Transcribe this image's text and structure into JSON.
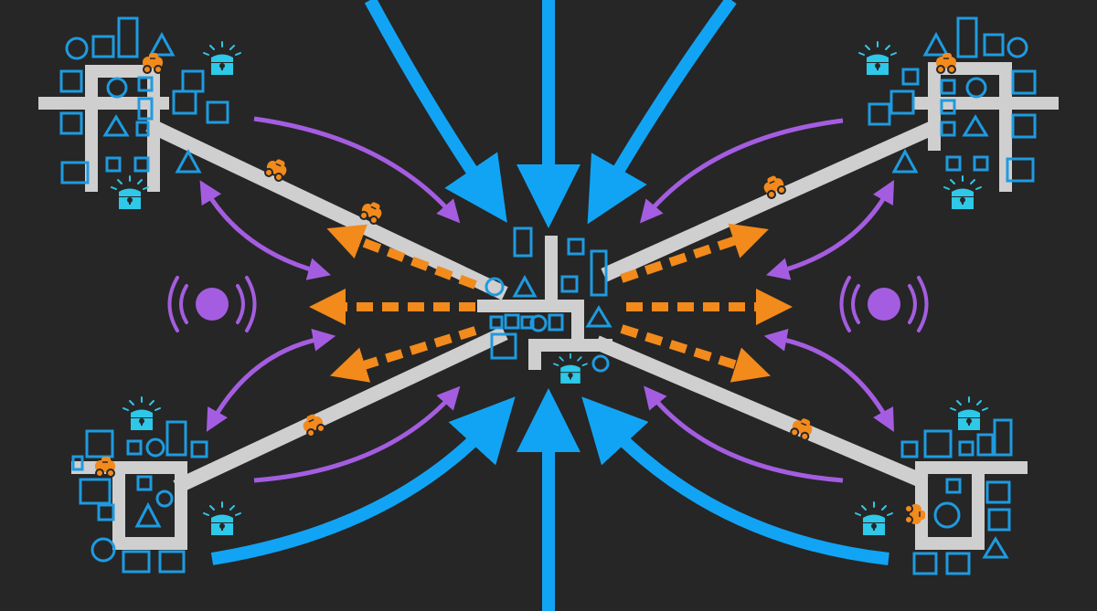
{
  "colors": {
    "background": "#262626",
    "road": "#cfcfcf",
    "building": "#1e9be0",
    "supply_arrow": "#12a4f4",
    "distribution_arrow": "#f28a1c",
    "signal": "#a45de0",
    "vehicle": "#f28a1c",
    "treasure": "#2ec8e8"
  },
  "icons": {
    "vehicle": "delivery-truck-icon",
    "treasure": "treasure-chest-icon",
    "signal": "broadcast-signal-icon",
    "building_square": "square-building-icon",
    "building_circle": "circle-building-icon",
    "building_triangle": "triangle-building-icon"
  },
  "hubs": [
    {
      "id": "hub-top-left",
      "position": "top-left"
    },
    {
      "id": "hub-top-right",
      "position": "top-right"
    },
    {
      "id": "hub-bottom-left",
      "position": "bottom-left"
    },
    {
      "id": "hub-bottom-right",
      "position": "bottom-right"
    },
    {
      "id": "hub-center",
      "position": "center"
    }
  ],
  "signal_nodes": [
    {
      "id": "signal-left",
      "position": "left"
    },
    {
      "id": "signal-right",
      "position": "right"
    }
  ]
}
